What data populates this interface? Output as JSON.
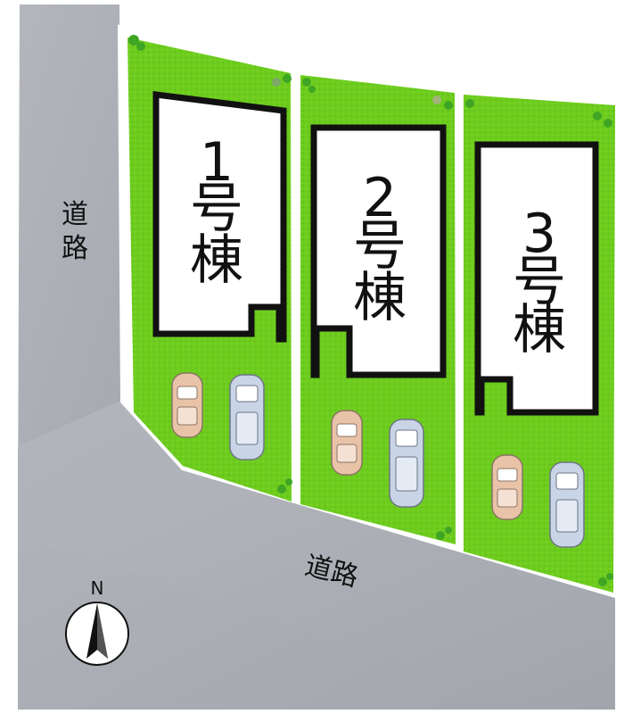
{
  "roads": {
    "west_label_line1": "道",
    "west_label_line2": "路",
    "south_label": "道路"
  },
  "lots": [
    {
      "name": "1号棟",
      "number": "1",
      "suffix1": "号",
      "suffix2": "棟"
    },
    {
      "name": "2号棟",
      "number": "2",
      "suffix1": "号",
      "suffix2": "棟"
    },
    {
      "name": "3号棟",
      "number": "3",
      "suffix1": "号",
      "suffix2": "棟"
    }
  ],
  "compass": {
    "north_label": "N"
  },
  "colors": {
    "road": "#a9acb3",
    "lawn": "#6dcc1e",
    "lawn_light": "#8fdc3a",
    "building_outline": "#111111",
    "building_fill": "#ffffff",
    "car_beige": "#e9c3a8",
    "car_silver": "#c9d4e6"
  }
}
